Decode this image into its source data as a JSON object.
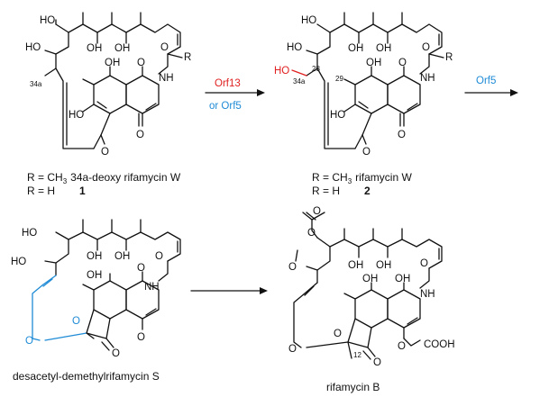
{
  "enzymes": {
    "orf13": "Orf13",
    "or_orf5": "or  Orf5",
    "orf5": "Orf5",
    "orf13_color": "#e02020",
    "orf5_color": "#1f8bd6"
  },
  "compound1": {
    "r_line1_prefix": "R = CH",
    "r_line1_sub": "3",
    "r_line1_name": "34a-deoxy rifamycin W",
    "r_line2": "R = H",
    "number": "1"
  },
  "compound2": {
    "r_line1_prefix": "R = CH",
    "r_line1_sub": "3",
    "r_line1_name": "rifamycin W",
    "r_line2": "R = H",
    "number": "2"
  },
  "compound3": {
    "name": "desacetyl-demethylrifamycin S"
  },
  "compound4": {
    "name": "rifamycin B"
  },
  "atoms": {
    "ho": "HO",
    "oh": "OH",
    "o": "O",
    "nh": "NH",
    "r": "R",
    "n34a": "34a",
    "n28": "28",
    "n29": "29",
    "n12": "12",
    "cooh": "O",
    "cooh_tail": "COOH"
  },
  "colors": {
    "ink": "#111111",
    "highlight_red": "#e02020",
    "highlight_blue": "#1f8bd6"
  }
}
